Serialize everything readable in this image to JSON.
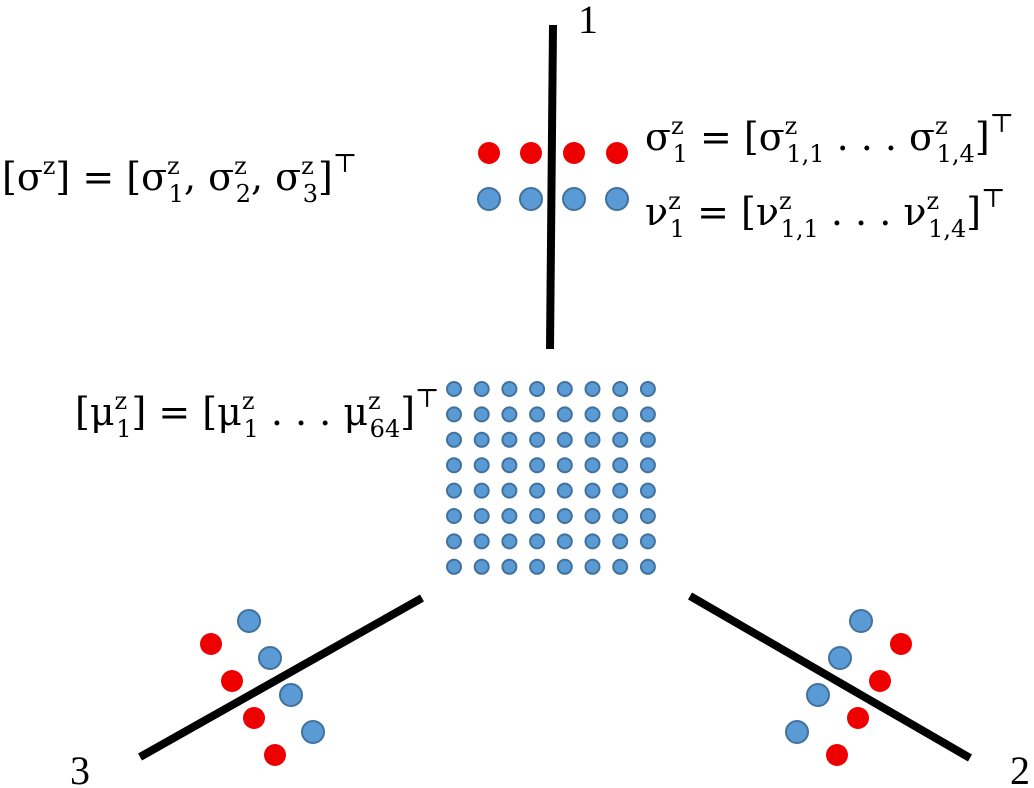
{
  "labels": {
    "arm1": "1",
    "arm2": "2",
    "arm3": "3"
  },
  "equations": {
    "sigma_all": {
      "lhs": "[σ",
      "lhs_sup": "z",
      "mid": "] = [σ",
      "items": [
        {
          "sup": "z",
          "sub": "1",
          "sep": ", σ"
        },
        {
          "sup": "z",
          "sub": "2",
          "sep": ", σ"
        },
        {
          "sup": "z",
          "sub": "3",
          "sep": "]"
        }
      ],
      "transpose": "⊤"
    },
    "sigma_1": {
      "text_a": "σ",
      "sup_a": "z",
      "sub_a": "1",
      "text_b": " = [σ",
      "sup_b": "z",
      "sub_b": "1,1",
      "text_c": " . . . σ",
      "sup_c": "z",
      "sub_c": "1,4",
      "text_d": "]",
      "transpose": "⊤"
    },
    "nu_1": {
      "text_a": "ν",
      "sup_a": "z",
      "sub_a": "1",
      "text_b": " = [ν",
      "sup_b": "z",
      "sub_b": "1,1",
      "text_c": " . . . ν",
      "sup_c": "z",
      "sub_c": "1,4",
      "text_d": "]",
      "transpose": "⊤"
    },
    "mu_1": {
      "text_a": "[μ",
      "sup_a": "z",
      "sub_a": "1",
      "text_b": "] = [μ",
      "sup_b": "z",
      "sub_b": "1",
      "text_c": " . . . μ",
      "sup_c": "z",
      "sub_c": "64",
      "text_d": "]",
      "transpose": "⊤"
    }
  },
  "colors": {
    "red": "#ee0000",
    "blue": "#5b9bd5",
    "blue_stroke": "#41719c",
    "line": "#000000"
  },
  "grid": {
    "rows": 8,
    "cols": 8
  },
  "arms": [
    {
      "name": "arm-1",
      "red_count": 4,
      "blue_count": 4
    },
    {
      "name": "arm-2",
      "red_count": 4,
      "blue_count": 4
    },
    {
      "name": "arm-3",
      "red_count": 4,
      "blue_count": 4
    }
  ]
}
